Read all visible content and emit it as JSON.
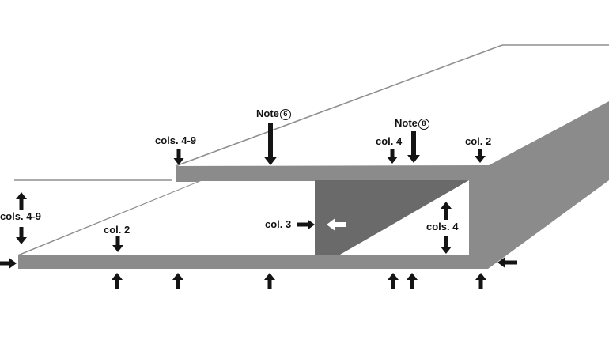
{
  "labels": {
    "top_flange_cols_4_9": "cols. 4-9",
    "note_6_text": "Note",
    "note_6_number": "6",
    "top_col_4": "col. 4",
    "note_8_text": "Note",
    "note_8_number": "8",
    "top_col_2": "col. 2",
    "left_cols_4_9": "cols. 4-9",
    "bottom_col_2": "col. 2",
    "web_col_3": "col. 3",
    "right_cols_4": "cols. 4"
  },
  "colors": {
    "background": "#ffffff",
    "surface_gray": "#8b8b8b",
    "web_cut_gray": "#6a6a6a",
    "outline_gray": "#8f8f8f",
    "annotation_black": "#141414",
    "arrow_white": "#ffffff"
  },
  "icons": {
    "down_arrow": "↓",
    "up_arrow": "↑",
    "left_arrow": "←",
    "right_arrow": "→",
    "white_left_arrow": "⇦"
  }
}
